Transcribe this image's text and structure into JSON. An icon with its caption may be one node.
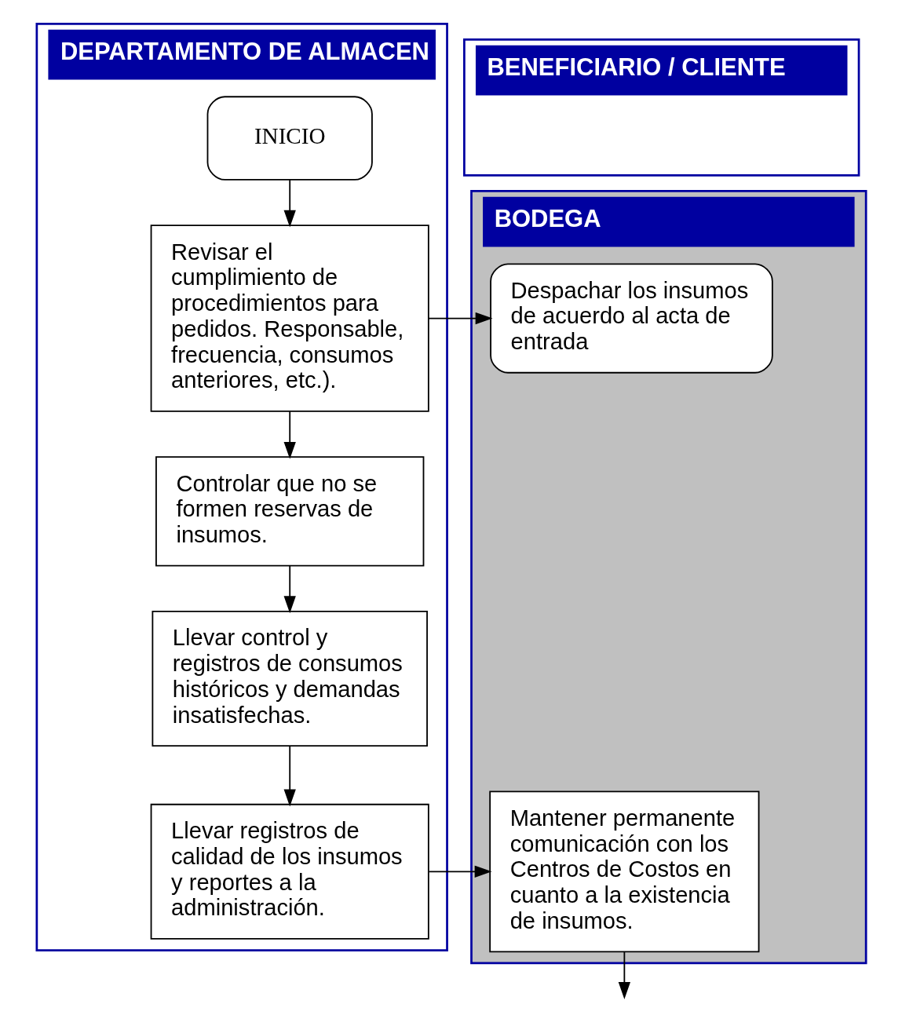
{
  "diagram": {
    "nodes": [
      {
        "text": [
          "DEPARTAMENTO DE ALMACEN"
        ]
      },
      {
        "text": [
          "BODEGA"
        ]
      },
      {
        "text": [
          "BENEFICIARIO / CLIENTE"
        ]
      },
      {
        "text": [
          "INICIO"
        ],
        "in": 0
      },
      {
        "text": [
          "Revisar el cumplimiento de procedimientos para pedidos. Responsable, frecuencia, consumos anteriores, etc.)."
        ],
        "in": 0
      },
      {
        "text": [
          "Despachar los insumos de acuerdo al acta de entrada"
        ],
        "in": 1
      },
      {
        "text": [
          "Controlar que no se formen reservas de insumos."
        ],
        "in": 0
      },
      {
        "text": [
          "Llevar control y registros de consumos históricos y demandas insatisfechas."
        ],
        "in": 0
      },
      {
        "text": [
          "Mantener permanente comunicación con los Centros de Costos en cuanto a la existencia de insumos."
        ],
        "in": 1
      },
      {
        "text": [
          "Llevar registros de calidad de los insumos y reportes a la administración."
        ],
        "in": 0
      }
    ],
    "edges": [
      {
        "from": 3,
        "to": 4,
        "arrow": "to"
      },
      {
        "from": 4,
        "to": 5,
        "arrow": "to"
      },
      {
        "from": 4,
        "to": 6,
        "arrow": "to"
      },
      {
        "from": 6,
        "to": 7,
        "arrow": "to"
      },
      {
        "from": 7,
        "to": 9,
        "arrow": "to"
      },
      {
        "from": 9,
        "to": 8,
        "arrow": "to"
      },
      {
        "from": 8,
        "to": null,
        "arrow": "to"
      }
    ]
  }
}
